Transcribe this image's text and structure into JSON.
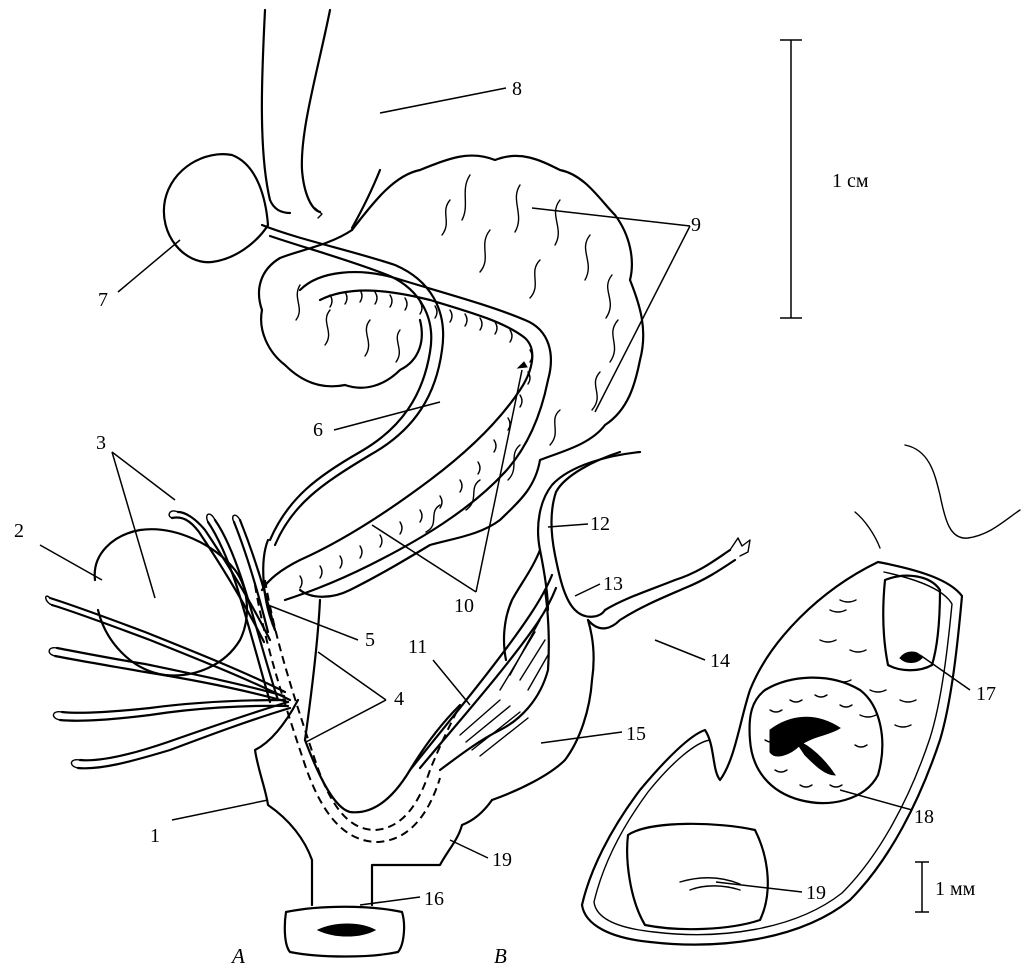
{
  "figure": {
    "panel_a": "A",
    "panel_b": "B",
    "scale_large": "1 см",
    "scale_small": "1 мм",
    "labels": {
      "l1": "1",
      "l2": "2",
      "l3": "3",
      "l4": "4",
      "l5": "5",
      "l6": "6",
      "l7": "7",
      "l8": "8",
      "l9": "9",
      "l10": "10",
      "l11": "11",
      "l12": "12",
      "l13": "13",
      "l14": "14",
      "l15": "15",
      "l16": "16",
      "l17": "17",
      "l18": "18",
      "l19a": "19",
      "l19b": "19"
    }
  }
}
